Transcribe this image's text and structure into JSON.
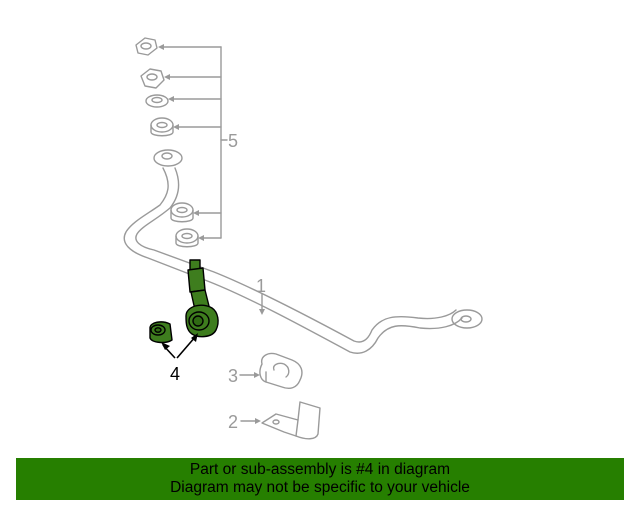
{
  "callouts": {
    "part_1": "1",
    "part_2": "2",
    "part_3": "3",
    "part_4": "4",
    "part_5": "5"
  },
  "colors": {
    "line_gray": "#9a9a9a",
    "highlight_fill": "#3e7d1e",
    "highlight_stroke": "#000000",
    "banner_bg": "#267f00"
  },
  "banner": {
    "line1": "Part or sub-assembly is #4 in diagram",
    "line2": "Diagram may not be specific to your vehicle"
  }
}
